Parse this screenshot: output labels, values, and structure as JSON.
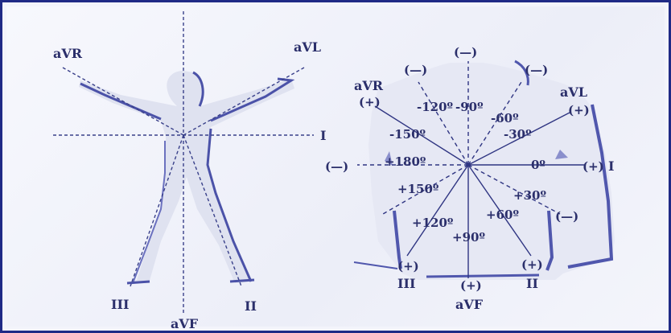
{
  "left_figure": {
    "leads": {
      "avr": "aVR",
      "avl": "aVL",
      "i": "I",
      "iii": "III",
      "ii": "II",
      "avf": "aVF"
    }
  },
  "right_figure": {
    "leads": {
      "avr": "aVR",
      "avl": "aVL",
      "i": "I",
      "iii": "III",
      "ii": "II",
      "avf": "aVF"
    },
    "signs": {
      "top_minus": "(—)",
      "upper_left_minus": "(—)",
      "upper_right_minus": "(—)",
      "avr_plus": "(+)",
      "avl_plus": "(+)",
      "i_plus": "(+)",
      "left_minus": "(—)",
      "right_minus": "(—)",
      "iii_plus": "(+)",
      "avf_plus": "(+)",
      "ii_plus": "(+)"
    },
    "angles": {
      "m120": "-120º",
      "m90": "-90º",
      "m60": "-60º",
      "m30": "-30º",
      "m150": "-150º",
      "p180": "+180º",
      "zero": "0º",
      "p150": "+150º",
      "p30": "+30º",
      "p120": "+120º",
      "p60": "+60º",
      "p90": "+90º"
    }
  }
}
